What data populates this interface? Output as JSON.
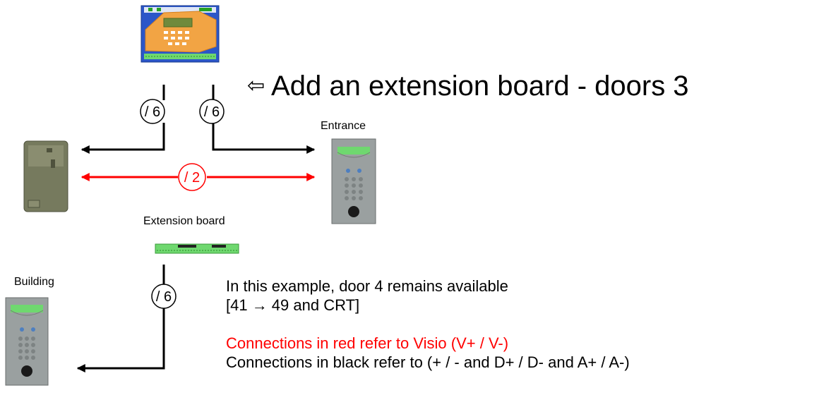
{
  "title": "Add an extension board - doors 3",
  "title_arrow": "⇦",
  "labels": {
    "entrance": "Entrance",
    "extension_board": "Extension board",
    "building": "Building"
  },
  "bus_counts": {
    "main_left": "/ 6",
    "main_right": "/ 6",
    "visio": "/ 2",
    "extension": "/ 6"
  },
  "notes": {
    "line1": "In this example, door 4 remains available",
    "line2": "[41 → 49 and CRT]",
    "red_line": "Connections in red refer to Visio (V+ / V-)",
    "black_line": "Connections in black refer to (+ / - and D+ / D- and A+ / A-)"
  },
  "colors": {
    "visio_wire": "#ff0000",
    "bus_wire": "#000000"
  }
}
